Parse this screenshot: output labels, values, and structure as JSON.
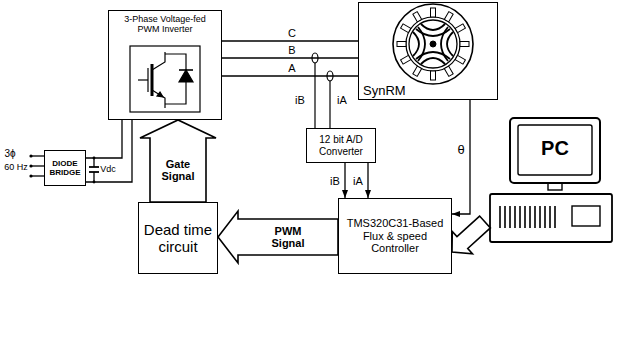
{
  "diagram": {
    "nodes": [
      {
        "text": [
          "DIODE BRIDGE"
        ]
      },
      {
        "text": [
          "3-Phase Voltage-fed PWM Inverter"
        ]
      },
      {
        "text": [
          "SynRM"
        ]
      },
      {
        "text": [
          "12 bit A/D Converter"
        ]
      },
      {
        "text": [
          "TMS320C31-Based Flux & speed Controller"
        ]
      },
      {
        "text": [
          "Dead time circuit"
        ]
      },
      {
        "text": [
          "PC"
        ]
      }
    ],
    "edges": [
      {
        "from": 0,
        "to": 1,
        "arrow": "none"
      },
      {
        "from": 1,
        "to": 2,
        "label": "C",
        "arrow": "none"
      },
      {
        "from": 1,
        "to": 2,
        "label": "B",
        "arrow": "none"
      },
      {
        "from": 1,
        "to": 2,
        "label": "A",
        "arrow": "none"
      },
      {
        "from": 3,
        "to": 4,
        "label": "iB",
        "arrow": "to"
      },
      {
        "from": 3,
        "to": 4,
        "label": "iA",
        "arrow": "to"
      },
      {
        "from": 2,
        "to": 4,
        "label": "θ",
        "arrow": "to"
      },
      {
        "from": 4,
        "to": 5,
        "label": "PWM Signal",
        "arrow": "to"
      },
      {
        "from": 5,
        "to": 1,
        "label": "Gate Signal",
        "arrow": "to"
      },
      {
        "from": 6,
        "to": 4,
        "arrow": "to"
      }
    ],
    "labels": [
      "3ϕ",
      "60 Hz",
      "Vdc",
      "iB",
      "iA"
    ]
  }
}
